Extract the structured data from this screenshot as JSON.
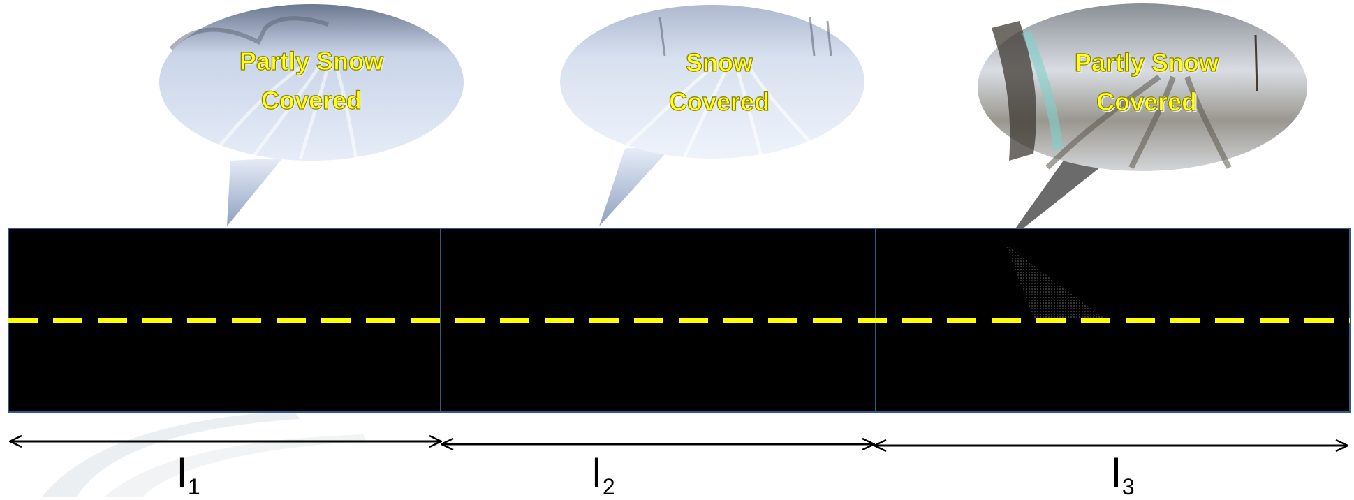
{
  "segments": [
    {
      "id": "l1",
      "label": "l",
      "subscript": "1",
      "condition_line1": "Partly Snow",
      "condition_line2": "Covered"
    },
    {
      "id": "l2",
      "label": "l",
      "subscript": "2",
      "condition_line1": "Snow",
      "condition_line2": "Covered"
    },
    {
      "id": "l3",
      "label": "l",
      "subscript": "3",
      "condition_line1": "Partly Snow",
      "condition_line2": "Covered"
    }
  ],
  "colors": {
    "road": "#000000",
    "road_border": "#2e5a8a",
    "center_line": "#ffff00",
    "label_text": "#ffff1a",
    "snow_light": "#eef3fb",
    "snow_mid": "#b9c7de",
    "snow_shadow": "#7e8fb0"
  },
  "icons": [
    "speech-bubble-snow-road",
    "double-arrow"
  ]
}
